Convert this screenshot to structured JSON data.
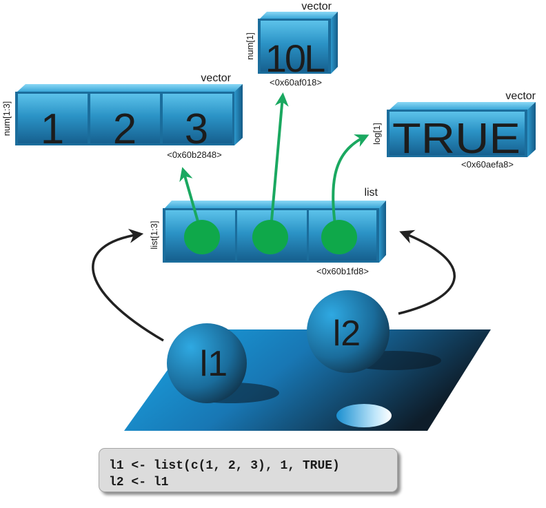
{
  "vectors": {
    "num3": {
      "label": "vector",
      "type": "num[1:3]",
      "cells": [
        "1",
        "2",
        "3"
      ],
      "address": "<0x60b2848>"
    },
    "num1": {
      "label": "vector",
      "type": "num[1]",
      "cells": [
        "10L"
      ],
      "address": "<0x60af018>"
    },
    "log1": {
      "label": "vector",
      "type": "log[1]",
      "cells": [
        "TRUE"
      ],
      "address": "<0x60aefa8>"
    }
  },
  "list": {
    "label": "list",
    "type": "list[1:3]",
    "address": "<0x60b1fd8>"
  },
  "bindings": {
    "l1": "l1",
    "l2": "l2"
  },
  "code": {
    "line1": "l1 <- list(c(1, 2, 3), 1, TRUE)",
    "line2": "l2 <- l1"
  },
  "colors": {
    "box_blue": "#1e8fc4",
    "arrow_green": "#1aa860",
    "pointer_dot": "#0fa84a",
    "ball_blue": "#1c79aa"
  }
}
